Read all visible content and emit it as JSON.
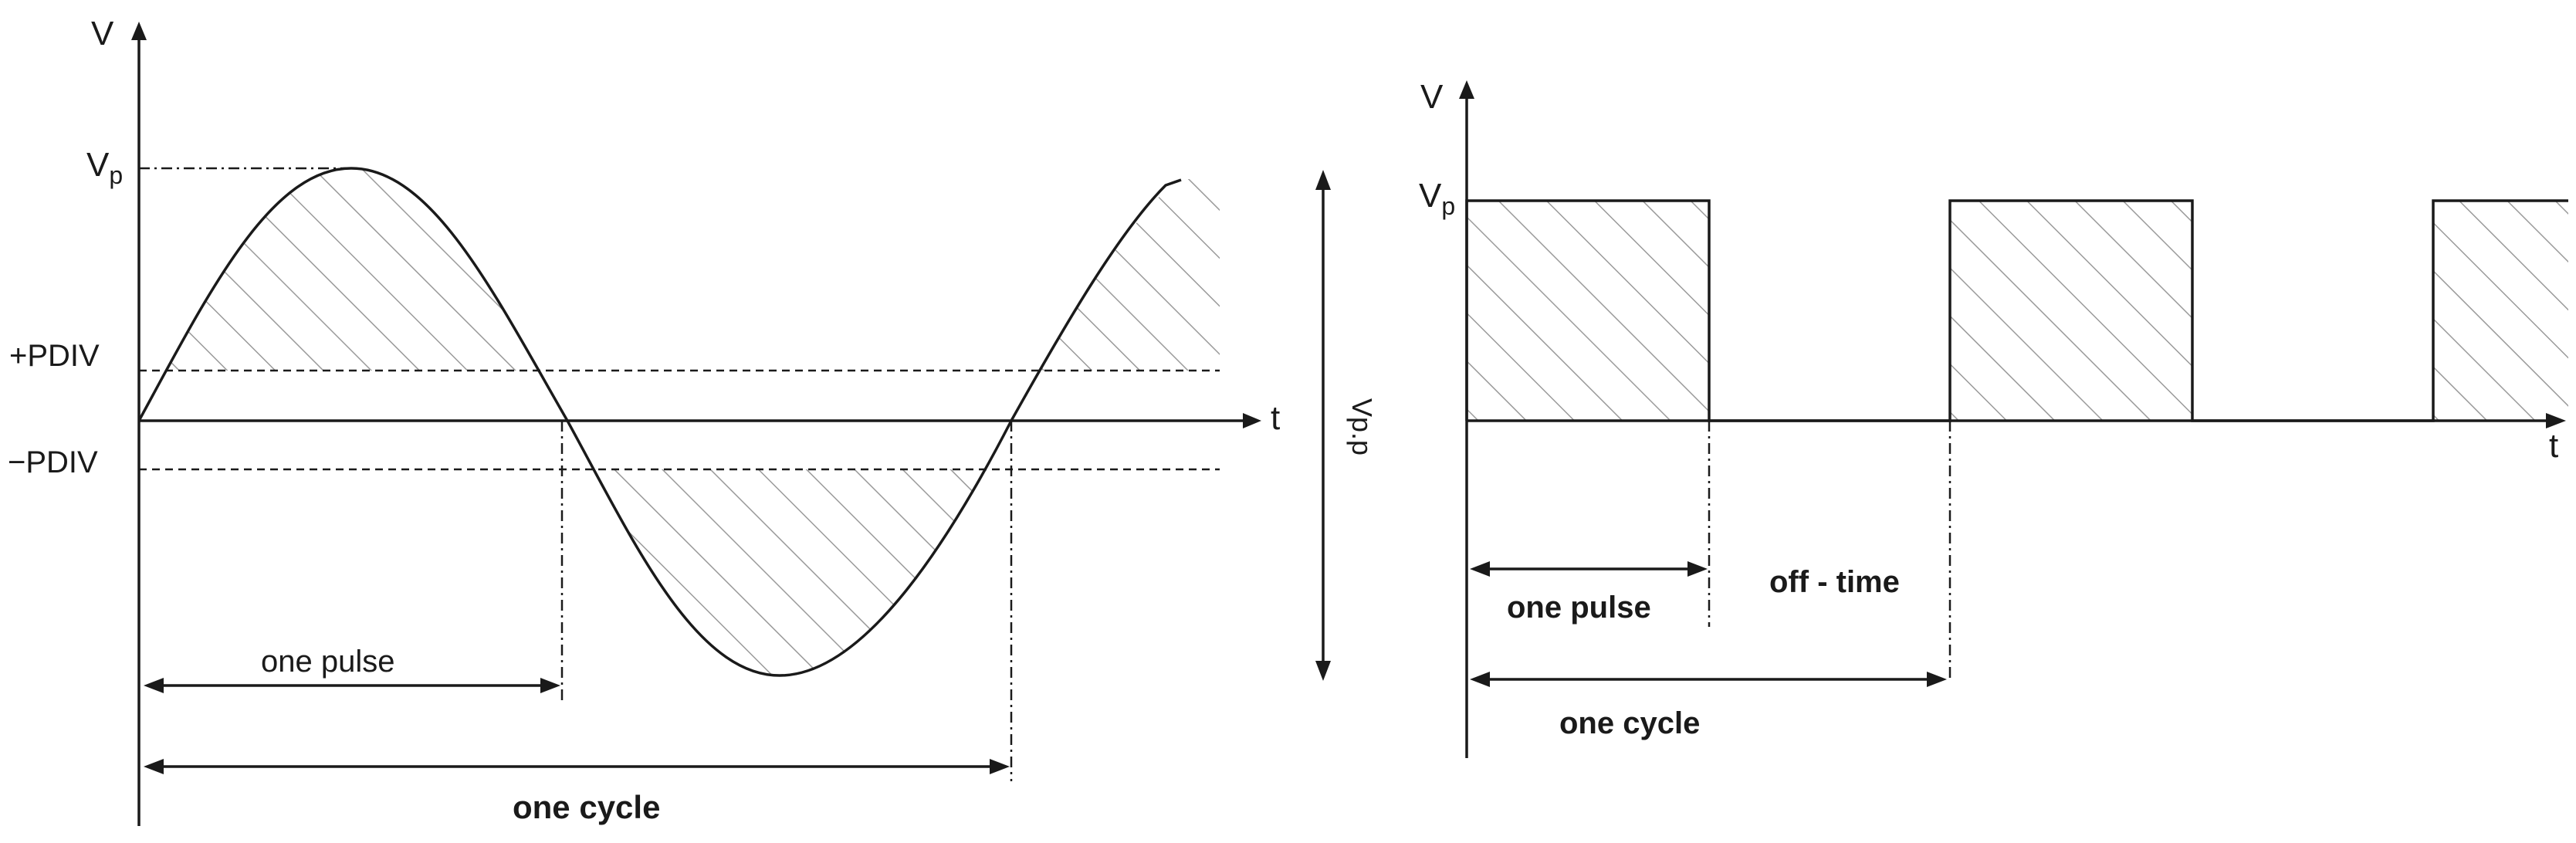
{
  "left_diagram": {
    "axis_v_label": "V",
    "axis_t_label": "t",
    "vp_label": "V",
    "vp_subscript": "p",
    "pdiv_pos_label": "+PDIV",
    "pdiv_neg_label": "−PDIV",
    "vpp_label": "Vp.p",
    "one_pulse_label": "one pulse",
    "one_cycle_label": "one cycle"
  },
  "right_diagram": {
    "axis_v_label": "V",
    "axis_t_label": "t",
    "vp_label": "V",
    "vp_subscript": "p",
    "one_pulse_label": "one pulse",
    "off_time_label": "off - time",
    "one_cycle_label": "one cycle"
  },
  "colors": {
    "line": "#1a1a1a",
    "hatch": "#9a9a9a",
    "background": "#ffffff"
  }
}
